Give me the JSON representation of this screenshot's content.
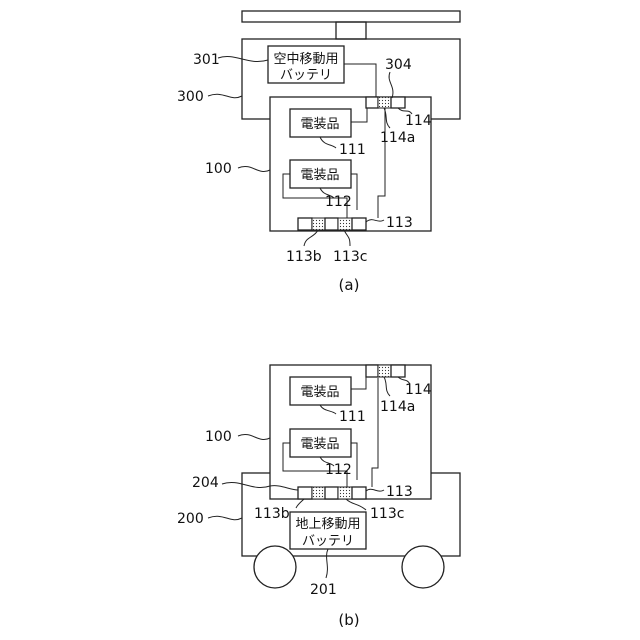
{
  "panel_a": {
    "caption": "(a)",
    "battery_air_line1": "空中移動用",
    "battery_air_line2": "バッテリ",
    "device_1": "電装品",
    "device_2": "電装品",
    "ref_301": "301",
    "ref_300": "300",
    "ref_304": "304",
    "ref_114": "114",
    "ref_114a": "114a",
    "ref_111": "111",
    "ref_100": "100",
    "ref_112": "112",
    "ref_113": "113",
    "ref_113b": "113b",
    "ref_113c": "113c"
  },
  "panel_b": {
    "caption": "(b)",
    "battery_ground_line1": "地上移動用",
    "battery_ground_line2": "バッテリ",
    "device_1": "電装品",
    "device_2": "電装品",
    "ref_114": "114",
    "ref_114a": "114a",
    "ref_111": "111",
    "ref_100": "100",
    "ref_112": "112",
    "ref_204": "204",
    "ref_113": "113",
    "ref_200": "200",
    "ref_113b": "113b",
    "ref_113c": "113c",
    "ref_201": "201"
  }
}
